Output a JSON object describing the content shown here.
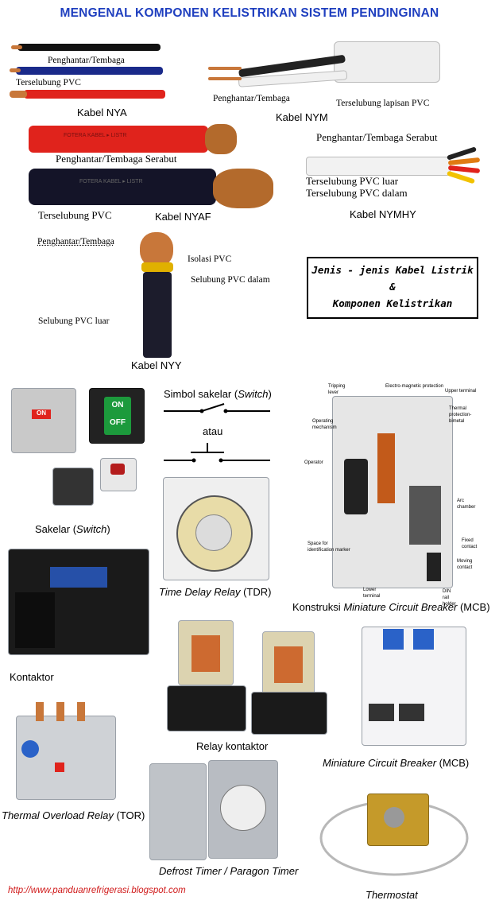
{
  "title": "MENGENAL KOMPONEN KELISTRIKAN SISTEM PENDINGINAN",
  "cables": {
    "nya": {
      "label1": "Penghantar/Tembaga",
      "label2": "Terselubung PVC",
      "caption": "Kabel NYA"
    },
    "nym": {
      "label1": "Penghantar/Tembaga",
      "label2": "Terselubung lapisan PVC",
      "caption": "Kabel NYM"
    },
    "nyaf": {
      "label1": "Penghantar/Tembaga Serabut",
      "label2": "Terselubung PVC",
      "caption": "Kabel NYAF",
      "print1": "FOTERA KABEL ▸ LISTR",
      "print2": "FOTERA KABEL ▸ LISTR"
    },
    "nymhy": {
      "label1": "Penghantar/Tembaga Serabut",
      "label2": "Terselubung PVC luar",
      "label3": "Terselubung PVC dalam",
      "caption": "Kabel NYMHY"
    },
    "nyy": {
      "label1": "Penghantar/Tembaga",
      "label2": "Isolasi PVC",
      "label3": "Selubung PVC dalam",
      "label4": "Selubung PVC luar",
      "caption": "Kabel NYY"
    }
  },
  "box": {
    "line1": "Jenis - jenis Kabel Listrik",
    "line2": "&",
    "line3": "Komponen Kelistrikan"
  },
  "components": {
    "switch": {
      "caption_a": "Sakelar (",
      "caption_b": "Switch",
      "caption_c": ")",
      "on": "ON",
      "off": "OFF"
    },
    "symbol": {
      "caption_a": "Simbol sakelar (",
      "caption_b": "Switch",
      "caption_c": ")",
      "or": "atau"
    },
    "tdr": {
      "caption_a": "Time Delay Relay",
      "caption_b": " (TDR)"
    },
    "mcb_construction": {
      "caption_a": "Konstruksi ",
      "caption_b": "Miniature Circuit Breaker",
      "caption_c": " (MCB)",
      "labels": [
        "Tripping lever",
        "Electro-magnetic protection",
        "Upper terminal",
        "Operating mechanism",
        "Thermal protection-bimetal",
        "Operator",
        "Arc chamber",
        "Fixed contact",
        "Space for identification marker",
        "Moving contact",
        "Lower terminal",
        "DIN rail holder"
      ]
    },
    "kontaktor": {
      "caption": "Kontaktor"
    },
    "relay": {
      "caption": "Relay kontaktor"
    },
    "mcb": {
      "caption_a": "Miniature Circuit Breaker",
      "caption_b": " (MCB)"
    },
    "tor": {
      "caption_a": "Thermal Overload Relay",
      "caption_b": " (TOR)"
    },
    "defrost": {
      "caption": "Defrost Timer / Paragon Timer"
    },
    "thermostat": {
      "caption": "Thermostat"
    }
  },
  "footer": {
    "url": "http://www.panduanrefrigerasi.blogspot.com"
  },
  "colors": {
    "title": "#1f3fbf",
    "copper": "#c8773a",
    "red_cable": "#e0231c",
    "black_cable": "#111111",
    "footer": "#d01a1a"
  }
}
